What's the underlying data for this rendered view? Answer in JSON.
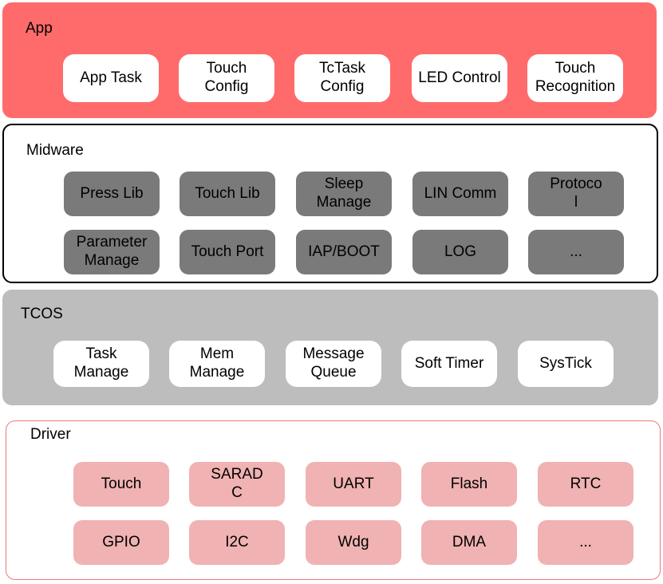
{
  "layers": {
    "app": {
      "title": "App",
      "items": [
        "App Task",
        "Touch\nConfig",
        "TcTask\nConfig",
        "LED Control",
        "Touch\nRecognition"
      ]
    },
    "midware": {
      "title": "Midware",
      "items": [
        "Press Lib",
        "Touch Lib",
        "Sleep\nManage",
        "LIN Comm",
        "Protoco\nl",
        "Parameter\nManage",
        "Touch Port",
        "IAP/BOOT",
        "LOG",
        "..."
      ]
    },
    "tcos": {
      "title": "TCOS",
      "items": [
        "Task\nManage",
        "Mem\nManage",
        "Message\nQueue",
        "Soft Timer",
        "SysTick"
      ]
    },
    "driver": {
      "title": "Driver",
      "items": [
        "Touch",
        "SARAD\nC",
        "UART",
        "Flash",
        "RTC",
        "GPIO",
        "I2C",
        "Wdg",
        "DMA",
        "..."
      ]
    }
  },
  "colors": {
    "app_layer": "#ff6b6b",
    "midware_box": "#7a7a7a",
    "tcos_layer": "#bdbdbd",
    "driver_box": "#f0b2b2",
    "driver_border": "#ee7777"
  }
}
